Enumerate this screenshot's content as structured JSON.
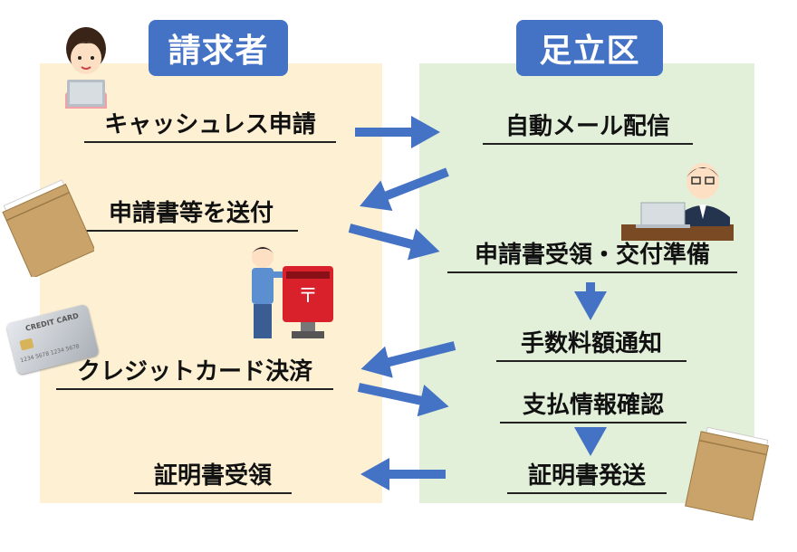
{
  "headers": {
    "left": "請求者",
    "right": "足立区"
  },
  "left_steps": {
    "s1": "キャッシュレス申請",
    "s2": "申請書等を送付",
    "s3": "クレジットカード決済",
    "s4": "証明書受領"
  },
  "right_steps": {
    "s1": "自動メール配信",
    "s2": "申請書受領・交付準備",
    "s3": "手数料額通知",
    "s4": "支払情報確認",
    "s5": "証明書発送"
  },
  "card": {
    "brand": "CREDIT CARD",
    "digits": "1234  5678  1234  5678"
  },
  "colors": {
    "accent": "#4472c4",
    "left_panel": "#fdf0d3",
    "right_panel": "#e2efd9",
    "arrow": "#4472c4"
  },
  "icons": [
    "woman-laptop-icon",
    "envelope-icon",
    "man-laptop-icon",
    "postbox-person-icon",
    "credit-card-icon",
    "envelope-icon"
  ]
}
